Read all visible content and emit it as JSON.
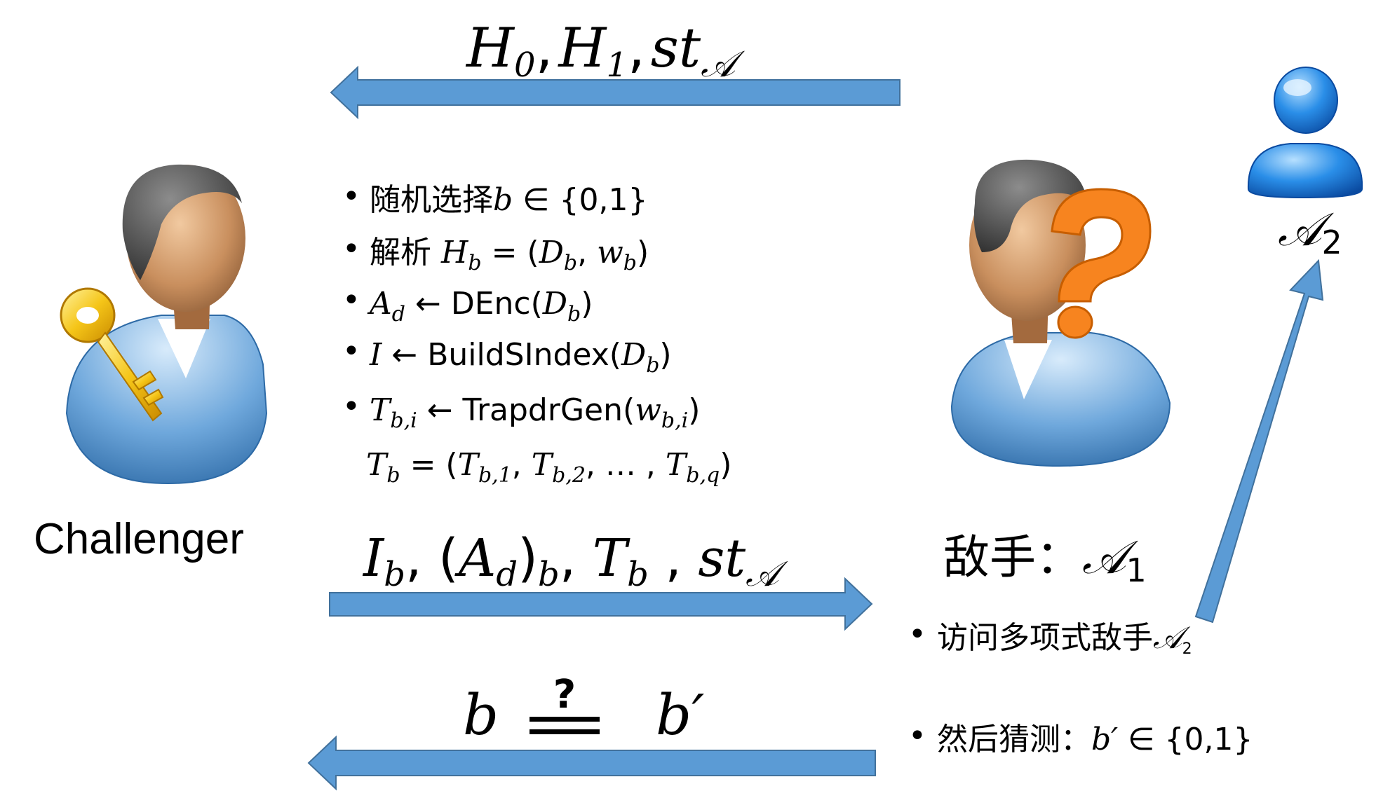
{
  "colors": {
    "arrow": "#5b9bd5",
    "arrow_edge": "#41719c",
    "shirt": "#6fa8dc",
    "skin": "#c98f5e",
    "hair": "#4a4a4a",
    "key": "#f5c518",
    "question": "#f7841f"
  },
  "icons": {
    "challenger": "person-with-key-icon",
    "adversary1": "person-with-question-mark-icon",
    "adversary2": "msn-user-icon"
  },
  "top_message": {
    "h0": "H",
    "h0_sub": "0",
    "h1": "H",
    "h1_sub": "1",
    "st": "st",
    "st_sub": "𝒜"
  },
  "challenger_steps": {
    "s1_text": "随机选择",
    "s1_b": "b",
    "s1_rest": " ∈ {0,1}",
    "s2_text": "解析 ",
    "s2_H": "H",
    "s2_Hsub": "b",
    "s2_eq": " = (",
    "s2_D": "D",
    "s2_Dsub": "b",
    "s2_comma": ", ",
    "s2_w": "w",
    "s2_wsub": "b",
    "s2_close": ")",
    "s3_A": "A",
    "s3_Asub": "d",
    "s3_arrow": "  ← DEnc(",
    "s3_D": "D",
    "s3_Dsub": "b",
    "s3_close": ")",
    "s4_I": "I",
    "s4_arrow": "    ← BuildSIndex(",
    "s4_D": "D",
    "s4_Dsub": "b",
    "s4_close": ")",
    "s5_T": "T",
    "s5_Tsub": "b,i",
    "s5_arrow": " ← TrapdrGen(",
    "s5_w": "w",
    "s5_wsub": "b,i",
    "s5_close": ")",
    "s6_T": "T",
    "s6_Tsub": "b",
    "s6_eq": " = (",
    "s6_t1": "T",
    "s6_t1sub": "b,1",
    "s6_c1": ", ",
    "s6_t2": "T",
    "s6_t2sub": "b,2",
    "s6_dots": ", … , ",
    "s6_tq": "T",
    "s6_tqsub": "b,q",
    "s6_close": ")"
  },
  "challenger_label": "Challenger",
  "middle_message": {
    "I": "I",
    "I_sub": "b",
    "comma1": ", (",
    "A": "A",
    "A_sub": "d",
    "close": ")",
    "outer_sub": "b",
    "comma2": ", ",
    "T": "T",
    "T_sub": "b",
    "comma3": " , ",
    "st": "st",
    "st_sub": "𝒜"
  },
  "adversary1_label": {
    "text": "敌手：",
    "A": "𝒜",
    "sub": "1"
  },
  "adversary2_label": {
    "A": "𝒜",
    "sub": "2"
  },
  "adversary_steps": {
    "a1_text": "访问多项式敌手",
    "a1_A": "𝒜",
    "a1_sub": "2",
    "a2_text": "然后猜测：",
    "a2_b": "b′",
    "a2_rest": " ∈ {0,1}"
  },
  "bottom_message": {
    "left": "b",
    "question": "?",
    "right": "b′"
  },
  "bullet": "•"
}
